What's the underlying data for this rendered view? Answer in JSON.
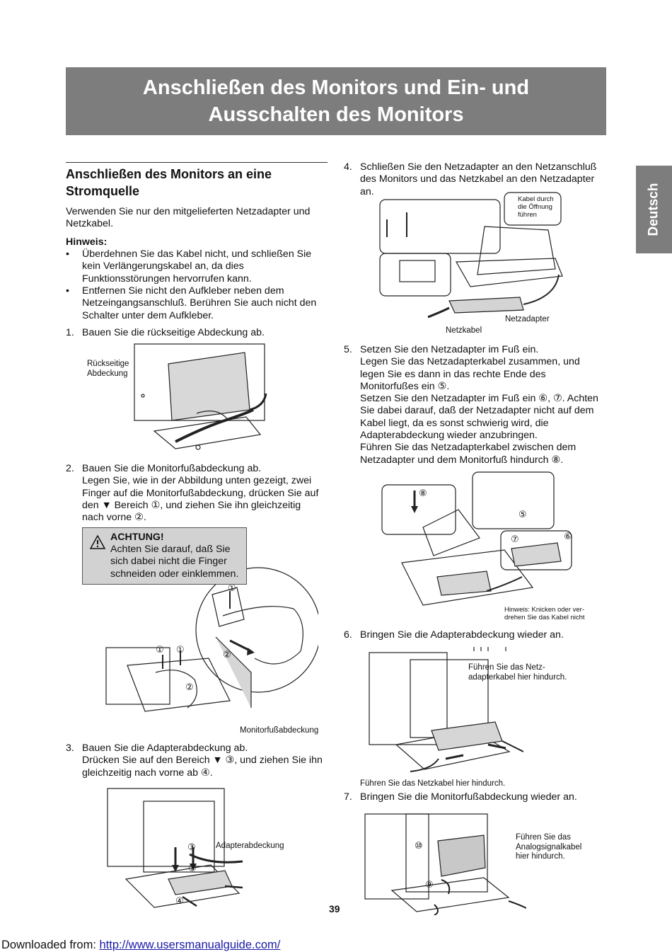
{
  "title": {
    "line1": "Anschließen des Monitors und Ein- und",
    "line2": "Ausschalten des Monitors"
  },
  "side_tab": "Deutsch",
  "section": {
    "heading_line1": "Anschließen des Monitors an eine",
    "heading_line2": "Stromquelle"
  },
  "intro": [
    "Verwenden Sie nur den mitgelieferten Netzadapter und",
    "Netzkabel."
  ],
  "hinweis": {
    "label": "Hinweis:",
    "bullet1": [
      "Überdehnen Sie das Kabel nicht, und schließen Sie",
      "kein Verlängerungskabel an, da dies",
      "Funktionsstörungen hervorrufen kann."
    ],
    "bullet2": [
      "Entfernen Sie nicht den Aufkleber neben dem",
      "Netzeingangsanschluß. Berühren Sie auch nicht den",
      "Schalter unter dem Aufkleber."
    ]
  },
  "step1": {
    "num": "1.",
    "text": "Bauen Sie die rückseitige Abdeckung ab.",
    "fig_label": [
      "Rückseitige",
      "Abdeckung"
    ]
  },
  "step2": {
    "num": "2.",
    "lines": [
      "Bauen Sie die Monitorfußabdeckung ab.",
      "Legen Sie, wie in der Abbildung unten gezeigt, zwei",
      "Finger auf die Monitorfußabdeckung, drücken Sie auf",
      "den ▼ Bereich ①, und ziehen Sie ihn gleichzeitig",
      "nach vorne ②."
    ],
    "caution": {
      "title": "ACHTUNG!",
      "lines": [
        "Achten Sie darauf, daß Sie",
        "sich dabei nicht die Finger",
        "schneiden oder einklemmen."
      ]
    },
    "fig_label": "Monitorfußabdeckung"
  },
  "step3": {
    "num": "3.",
    "lines": [
      "Bauen Sie die Adapterabdeckung ab.",
      "Drücken Sie auf den Bereich ▼ ③, und ziehen Sie ihn",
      "gleichzeitig nach vorne ab ④."
    ],
    "fig_label": "Adapterabdeckung"
  },
  "step4": {
    "num": "4.",
    "lines": [
      "Schließen Sie den Netzadapter an den Netzanschluß",
      "des Monitors und das Netzkabel an den Netzadapter",
      "an."
    ],
    "callout": [
      "Kabel durch",
      "die Öffnung",
      "führen"
    ],
    "label_adapter": "Netzadapter",
    "label_cable": "Netzkabel"
  },
  "step5": {
    "num": "5.",
    "lines": [
      "Setzen Sie den Netzadapter im Fuß ein.",
      "Legen Sie das Netzadapterkabel zusammen, und",
      "legen Sie es dann in das rechte Ende des",
      "Monitorfußes ein ⑤.",
      "Setzen Sie den Netzadapter im Fuß ein ⑥, ⑦. Achten",
      "Sie dabei darauf, daß der Netzadapter nicht auf dem",
      "Kabel liegt, da es sonst schwierig wird, die",
      "Adapterabdeckung wieder anzubringen.",
      "Führen Sie das Netzadapterkabel zwischen dem",
      "Netzadapter und dem Monitorfuß hindurch ⑧."
    ],
    "note": [
      "Hinweis: Knicken oder ver-",
      "drehen Sie das Kabel nicht"
    ]
  },
  "step6": {
    "num": "6.",
    "text": "Bringen Sie die Adapterabdeckung wieder an.",
    "label_top": [
      "Führen Sie das Netz-",
      "adapterkabel hier hindurch."
    ],
    "label_bottom": "Führen Sie das Netzkabel hier hindurch."
  },
  "step7": {
    "num": "7.",
    "text": "Bringen Sie die Monitorfußabdeckung wieder an.",
    "label": [
      "Führen Sie das",
      "Analogsignalkabel",
      "hier hindurch."
    ]
  },
  "markers": {
    "m1": "①",
    "m2": "②",
    "m3": "③",
    "m4": "④",
    "m5": "⑤",
    "m6": "⑥",
    "m7": "⑦",
    "m8": "⑧",
    "m9": "⑨",
    "m10": "⑩"
  },
  "page_number": "39",
  "footer": {
    "prefix": "Downloaded from: ",
    "link": "http://www.usersmanualguide.com/"
  }
}
